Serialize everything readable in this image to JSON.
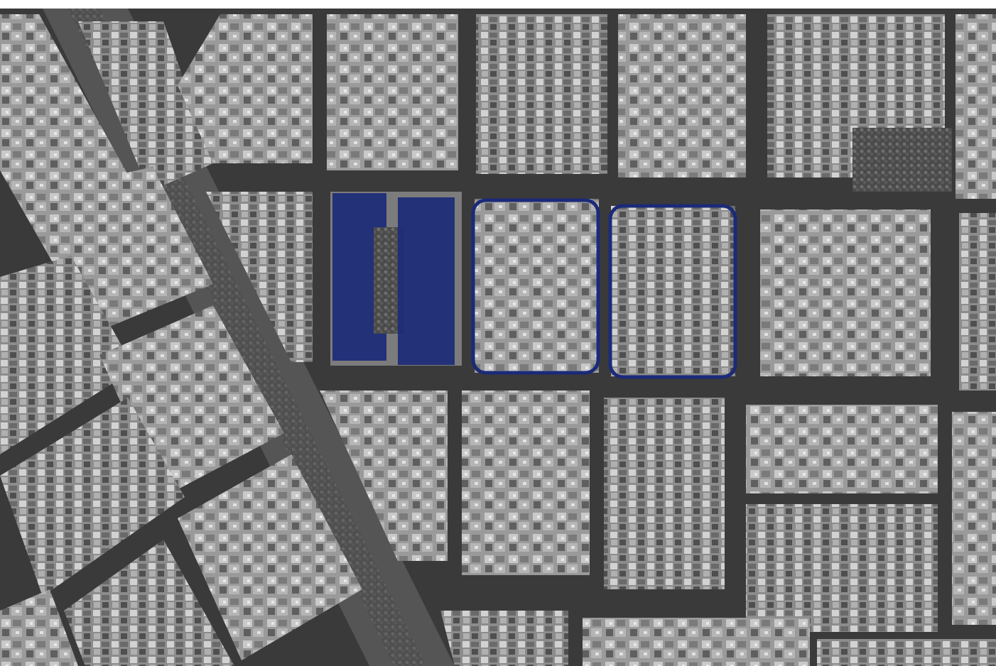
{
  "map": {
    "style": "grayscale aerial photograph",
    "highlight_color": "#1b2a78",
    "highlighted_blocks": [
      {
        "name": "filled-block",
        "style": "filled"
      },
      {
        "name": "outlined-block-1",
        "style": "outline"
      },
      {
        "name": "outlined-block-2",
        "style": "outline"
      }
    ]
  },
  "watermark": {
    "line1": "",
    "line2": ""
  }
}
